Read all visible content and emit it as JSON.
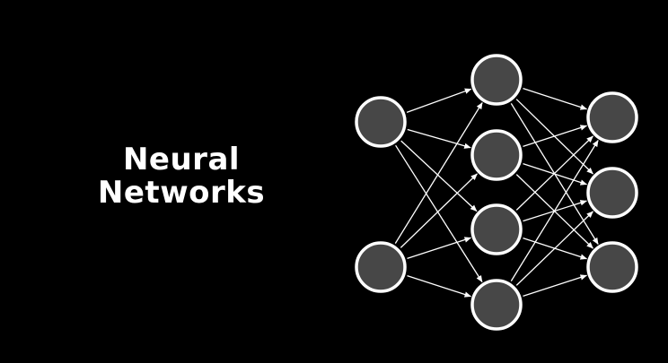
{
  "title": {
    "line1": "Neural",
    "line2": "Networks"
  },
  "colors": {
    "background": "#000000",
    "text": "#ffffff",
    "node_fill": "#474747",
    "node_stroke": "#ffffff",
    "edge": "#ffffff"
  },
  "network": {
    "layers": [
      2,
      4,
      3
    ],
    "connectivity": "fully-connected",
    "direction": "left-to-right"
  }
}
